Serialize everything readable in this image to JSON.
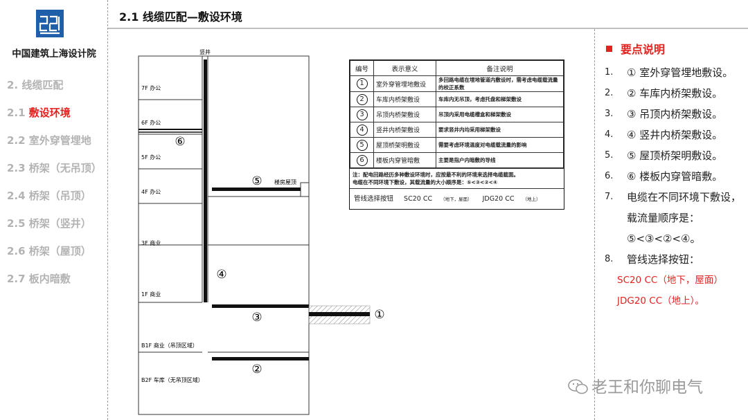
{
  "sidebar": {
    "org_name": "中国建筑上海设计院",
    "nav": [
      {
        "num": "2.",
        "label": " 线缆匹配"
      },
      {
        "num": "2.1",
        "label": " 敷设环境"
      },
      {
        "num": "2.2",
        "label": " 室外穿管埋地"
      },
      {
        "num": "2.3",
        "label": " 桥架（无吊顶）"
      },
      {
        "num": "2.4",
        "label": " 桥架（吊顶）"
      },
      {
        "num": "2.5",
        "label": " 桥架（竖井）"
      },
      {
        "num": "2.6",
        "label": " 桥架（屋顶）"
      },
      {
        "num": "2.7",
        "label": " 板内暗敷"
      }
    ],
    "active_index": 1
  },
  "header": {
    "title": "2.1 线缆匹配—敷设环境"
  },
  "diagram": {
    "shaft_label": "竖井",
    "roof_label": "楼房屋顶",
    "floors": {
      "f7": "7F 办公",
      "f6": "6F 办公",
      "f5": "5F 办公",
      "f4": "4F 办公",
      "f3": "3F 商业",
      "f1": "1F 商业",
      "b1": "B1F 商业（吊顶区域）",
      "b2": "B2F 车库（无吊顶区域）"
    },
    "markers": {
      "m1": "①",
      "m2": "②",
      "m3": "③",
      "m4": "④",
      "m5": "⑤",
      "m6": "⑥"
    }
  },
  "legend": {
    "headers": [
      "编号",
      "表示意义",
      "备注说明"
    ],
    "rows": [
      {
        "id": "1",
        "meaning": "室外穿管埋地敷设",
        "note": "多回路电缆在埋地管道内敷设时，需考虑电缆载流量的校正系数"
      },
      {
        "id": "2",
        "meaning": "车库内桥架敷设",
        "note": "车库内无吊顶，考虑托盘和梯架敷设"
      },
      {
        "id": "3",
        "meaning": "吊顶内桥架敷设",
        "note": "吊顶内采用电缆槽盒和梯架敷设"
      },
      {
        "id": "4",
        "meaning": "竖井内桥架敷设",
        "note": "要求竖井内均采用梯架敷设"
      },
      {
        "id": "5",
        "meaning": "屋顶桥架明敷设",
        "note": "需要考虑环境温度对电缆载流量的影响"
      },
      {
        "id": "6",
        "meaning": "楼板内穿管暗敷",
        "note": "主要是指户内暗敷的导线"
      }
    ],
    "footnote_1": "注：配电回路经历多种敷设环境时，应按最不利的环境来选择电缆截面。",
    "footnote_2": "电缆在不同环境下敷设，其载流量的大小顺序是：⑤<③<②<④",
    "button_label": "管线选择按钮",
    "btn1": "SC20 CC",
    "btn1_note": "（地下，屋面）",
    "btn2": "JDG20 CC",
    "btn2_note": "（地上）"
  },
  "key_points": {
    "title": "要点说明",
    "items": [
      {
        "n": "1.",
        "text": "① 室外穿管埋地敷设。"
      },
      {
        "n": "2.",
        "text": "② 车库内桥架敷设。"
      },
      {
        "n": "3.",
        "text": "③ 吊顶内桥架敷设。"
      },
      {
        "n": "4.",
        "text": "④ 竖井内桥架敷设。"
      },
      {
        "n": "5.",
        "text": "⑤ 屋顶桥架明敷设。"
      },
      {
        "n": "6.",
        "text": "⑥ 楼板内穿管暗敷。"
      },
      {
        "n": "7.",
        "text": "电缆在不同环境下敷设，载流量顺序是：⑤<③<②<④。"
      },
      {
        "n": "8.",
        "text": "管线选择按钮："
      }
    ],
    "red_1": "SC20 CC（地下，屋面）",
    "red_2": "JDG20 CC（地上）。"
  },
  "watermark": "老王和你聊电气",
  "colors": {
    "accent": "#e4221f",
    "muted": "#b3b3b3",
    "logo_blue": "#1f5ea8"
  }
}
